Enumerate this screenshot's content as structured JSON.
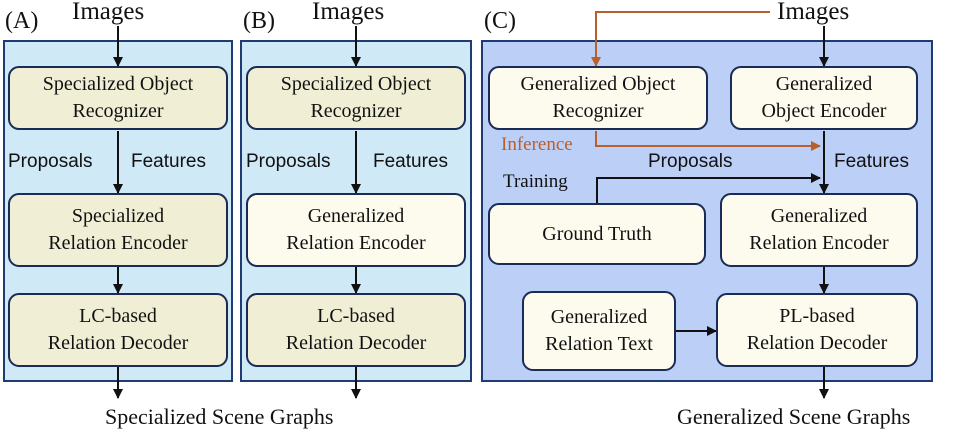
{
  "panel_a": {
    "label": "(A)",
    "input": "Images",
    "box1": "Specialized Object\nRecognizer",
    "box2": "Specialized\nRelation Encoder",
    "box3": "LC-based\nRelation Decoder",
    "left_edge_label": "Proposals",
    "right_edge_label": "Features"
  },
  "panel_b": {
    "label": "(B)",
    "input": "Images",
    "box1": "Specialized Object\nRecognizer",
    "box2": "Generalized\nRelation Encoder",
    "box3": "LC-based\nRelation Decoder",
    "left_edge_label": "Proposals",
    "right_edge_label": "Features"
  },
  "output_ab": "Specialized Scene Graphs",
  "panel_c": {
    "label": "(C)",
    "input": "Images",
    "recognizer": "Generalized Object\nRecognizer",
    "object_encoder": "Generalized\nObject Encoder",
    "ground_truth": "Ground Truth",
    "relation_encoder": "Generalized\nRelation  Encoder",
    "relation_text": "Generalized\nRelation Text",
    "decoder": "PL-based\nRelation Decoder",
    "inference_label": "Inference",
    "training_label": "Training",
    "proposals_label": "Proposals",
    "features_label": "Features",
    "output": "Generalized Scene Graphs"
  },
  "colors": {
    "panel_ab_fill": "#cfe9f7",
    "panel_c_fill": "#bccff7",
    "panel_border": "#1f3b73",
    "specialized_box_fill": "#f0efd6",
    "generalized_box_fill": "#fdfbee",
    "inference_arrow": "#b8602c",
    "arrow": "#111111"
  }
}
